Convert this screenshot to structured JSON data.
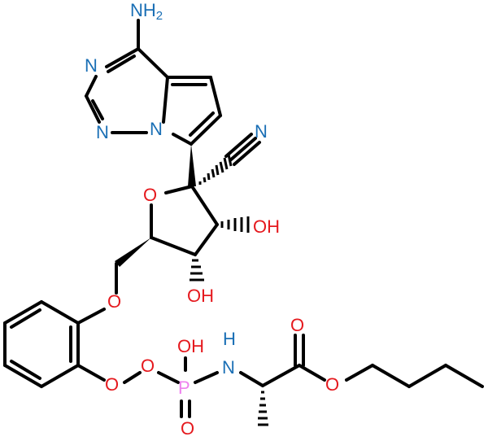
{
  "atoms": {
    "amine": "NH",
    "amine_sub": "2",
    "triazine_n1": "N",
    "triazine_n2": "N",
    "triazine_n3": "N",
    "nitrile_n": "N",
    "ring_o": "O",
    "oh_3prime": "OH",
    "oh_2prime": "OH",
    "ether_o": "O",
    "peroxy_o1": "O",
    "peroxy_o2": "O",
    "p_oh": "OH",
    "phosphorus": "P",
    "p_oxo": "O",
    "amide_h": "H",
    "amide_n": "N",
    "carbonyl_o": "O",
    "ester_o": "O"
  },
  "colors": {
    "bond": "#000000",
    "nitrogen": "#1a6fb5",
    "oxygen": "#e5191e",
    "phosphorus": "#ee82ee"
  }
}
